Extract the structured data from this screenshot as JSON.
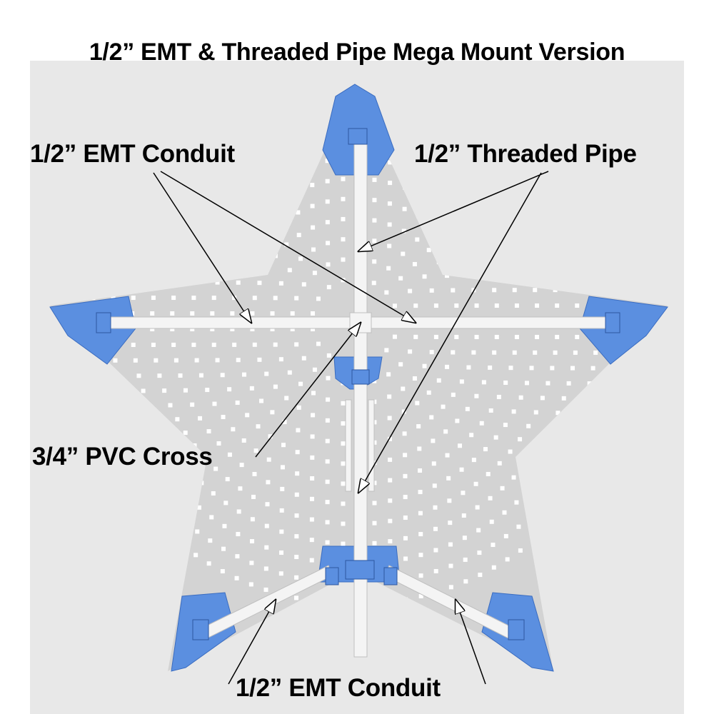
{
  "title": "1/2” EMT & Threaded Pipe Mega Mount Version",
  "labels": {
    "emt_top": "1/2” EMT Conduit",
    "threaded": "1/2” Threaded Pipe",
    "pvc": "3/4” PVC Cross",
    "emt_bottom": "1/2” EMT Conduit"
  },
  "colors": {
    "bracket": "#5b8fe0",
    "star": "#d3d3d3",
    "pipe": "#f2f2f2",
    "background": "#e8e8e8"
  }
}
